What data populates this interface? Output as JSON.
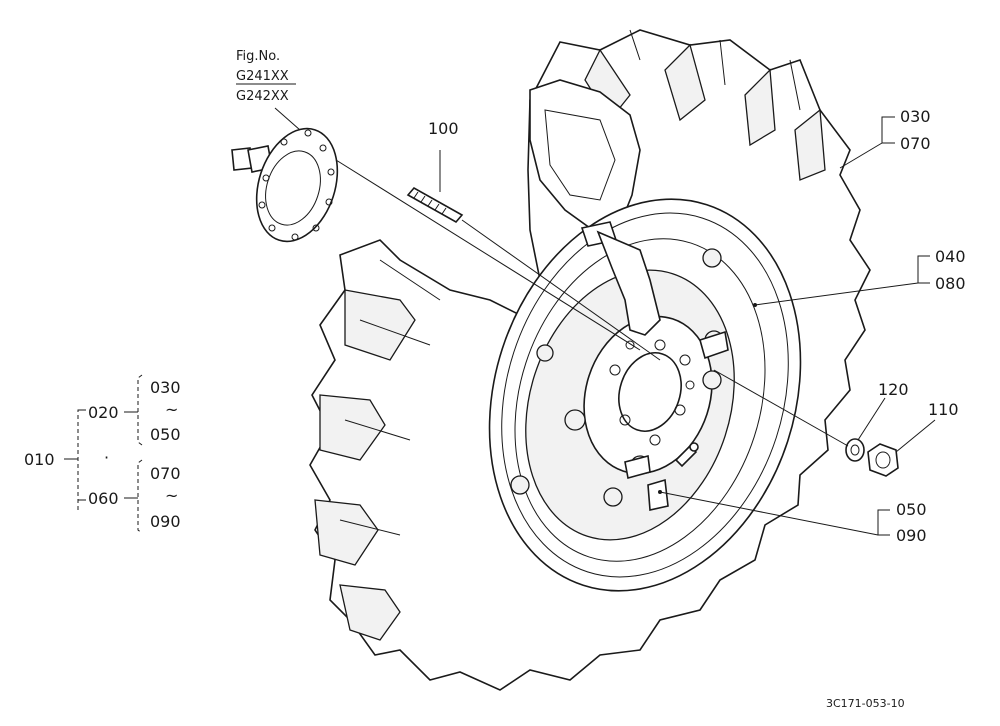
{
  "fig_header": {
    "title": "Fig.No.",
    "codes": [
      "G241XX",
      "G242XX"
    ]
  },
  "callouts": {
    "p100": "100",
    "p030a": "030",
    "p070a": "070",
    "p040": "040",
    "p080": "080",
    "p120": "120",
    "p110": "110",
    "p050a": "050",
    "p090a": "090"
  },
  "tree": {
    "root": "010",
    "dot": "·",
    "group1": {
      "code": "020",
      "top": "030",
      "tilde": "~",
      "bottom": "050"
    },
    "group2": {
      "code": "060",
      "top": "070",
      "tilde": "~",
      "bottom": "090"
    }
  },
  "footer_code": "3C171-053-10"
}
